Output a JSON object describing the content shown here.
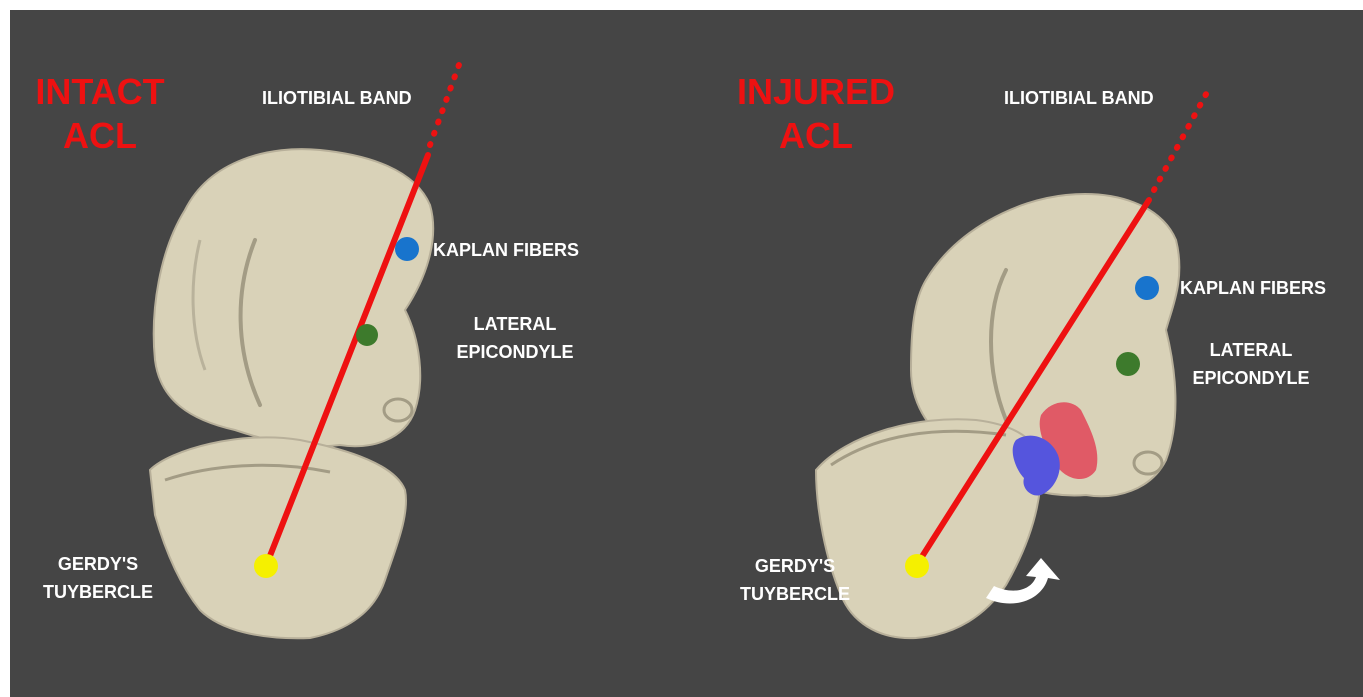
{
  "colors": {
    "background": "#454545",
    "title": "#ee1111",
    "label": "#ffffff",
    "bone": "#d9d2b8",
    "line": "#ee1111",
    "kaplan_dot": "#1874cd",
    "epicondyle_dot": "#3d7a2c",
    "gerdy_dot": "#f5f000",
    "injury_red": "#e05a66",
    "injury_blue": "#5555dd"
  },
  "panels": [
    {
      "title_line1": "INTACT",
      "title_line2": "ACL",
      "iliotibial_band": "ILIOTIBIAL BAND",
      "kaplan_fibers": "KAPLAN FIBERS",
      "lateral_line1": "LATERAL",
      "lateral_line2": "EPICONDYLE",
      "gerdy_line1": "GERDY'S",
      "gerdy_line2": "TUYBERCLE"
    },
    {
      "title_line1": "INJURED",
      "title_line2": "ACL",
      "iliotibial_band": "ILIOTIBIAL BAND",
      "kaplan_fibers": "KAPLAN FIBERS",
      "lateral_line1": "LATERAL",
      "lateral_line2": "EPICONDYLE",
      "gerdy_line1": "GERDY'S",
      "gerdy_line2": "TUYBERCLE"
    }
  ]
}
